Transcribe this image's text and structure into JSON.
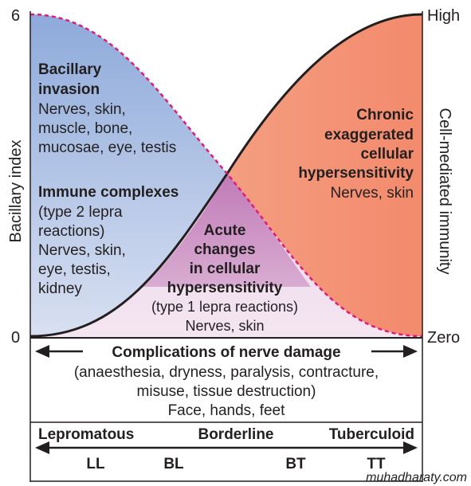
{
  "axes": {
    "left_label": "Bacillary index",
    "right_label": "Cell-mediated immunity",
    "left_top": "6",
    "left_bottom": "0",
    "right_top": "High",
    "right_bottom": "Zero"
  },
  "regions": {
    "bacillary_title_1": "Bacillary",
    "bacillary_title_2": "invasion",
    "bacillary_sites_1": "Nerves, skin,",
    "bacillary_sites_2": "muscle, bone,",
    "bacillary_sites_3": "mucosae, eye, testis",
    "immune_title": "Immune complexes",
    "immune_sub_1": "(type 2 lepra",
    "immune_sub_2": "reactions)",
    "immune_sites_1": "Nerves, skin,",
    "immune_sites_2": "eye, testis,",
    "immune_sites_3": "kidney",
    "chronic_1": "Chronic",
    "chronic_2": "exaggerated",
    "chronic_3": "cellular",
    "chronic_4": "hypersensitivity",
    "chronic_sites": "Nerves, skin",
    "acute_1": "Acute",
    "acute_2": "changes",
    "acute_3": "in cellular",
    "acute_4": "hypersensitivity",
    "acute_sub": "(type 1 lepra reactions)",
    "acute_sites": "Nerves, skin"
  },
  "complications": {
    "title": "Complications of nerve damage",
    "line_1": "(anaesthesia, dryness, paralysis, contracture,",
    "line_2": "misuse, tissue destruction)",
    "line_3": "Face, hands, feet"
  },
  "spectrum": {
    "left": "Lepromatous",
    "middle": "Borderline",
    "right": "Tuberculoid",
    "codes": [
      "LL",
      "BL",
      "BT",
      "TT"
    ]
  },
  "watermark": "muhadharaty.com",
  "colors": {
    "bacillary_fill": "#93b0dc",
    "cmi_fill": "#f3957a",
    "overlap_fill": "#c07ab8",
    "lower_fill": "#e7cfe4",
    "dashed_curve": "#e0197e",
    "solid_curve": "#231f20"
  }
}
